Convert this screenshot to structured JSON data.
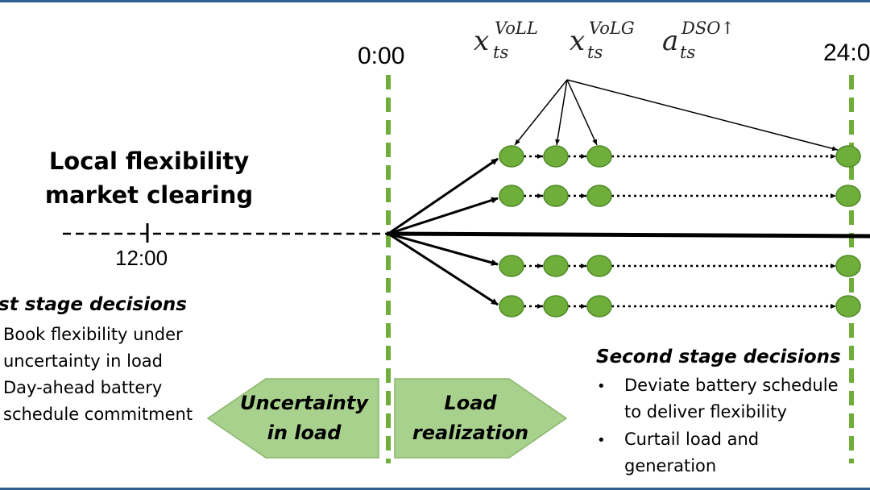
{
  "times": {
    "midnight": "0:00",
    "noon": "12:00",
    "end": "24:0"
  },
  "market": {
    "line1": "Local flexibility",
    "line2": "market clearing"
  },
  "first_stage": {
    "title": "st stage decisions",
    "items": [
      "Book flexibility under",
      "uncertainty in load",
      "Day-ahead battery",
      "schedule commitment"
    ]
  },
  "second_stage": {
    "title": "Second stage decisions",
    "items": [
      "Deviate battery schedule",
      "to deliver flexibility",
      "Curtail load and",
      "generation"
    ]
  },
  "arrows": {
    "left": {
      "line1": "Uncertainty",
      "line2": "in load"
    },
    "right": {
      "line1": "Load",
      "line2": "realization"
    }
  },
  "math": {
    "voll": {
      "base": "x",
      "sup": "VoLL",
      "sub": "ts"
    },
    "volg": {
      "base": "x",
      "sup": "VoLG",
      "sub": "ts"
    },
    "dso": {
      "base": "a",
      "sup": "DSO↑",
      "sub": "ts"
    }
  },
  "colors": {
    "node": "#6fae3a",
    "dashed_guide": "#6fae3a",
    "arrow_fill": "#a9d18e",
    "border": "#2f5f8f"
  },
  "scenarios": {
    "count": 4,
    "nodes_per_branch_visible": 4
  },
  "bullet_glyph": "•"
}
